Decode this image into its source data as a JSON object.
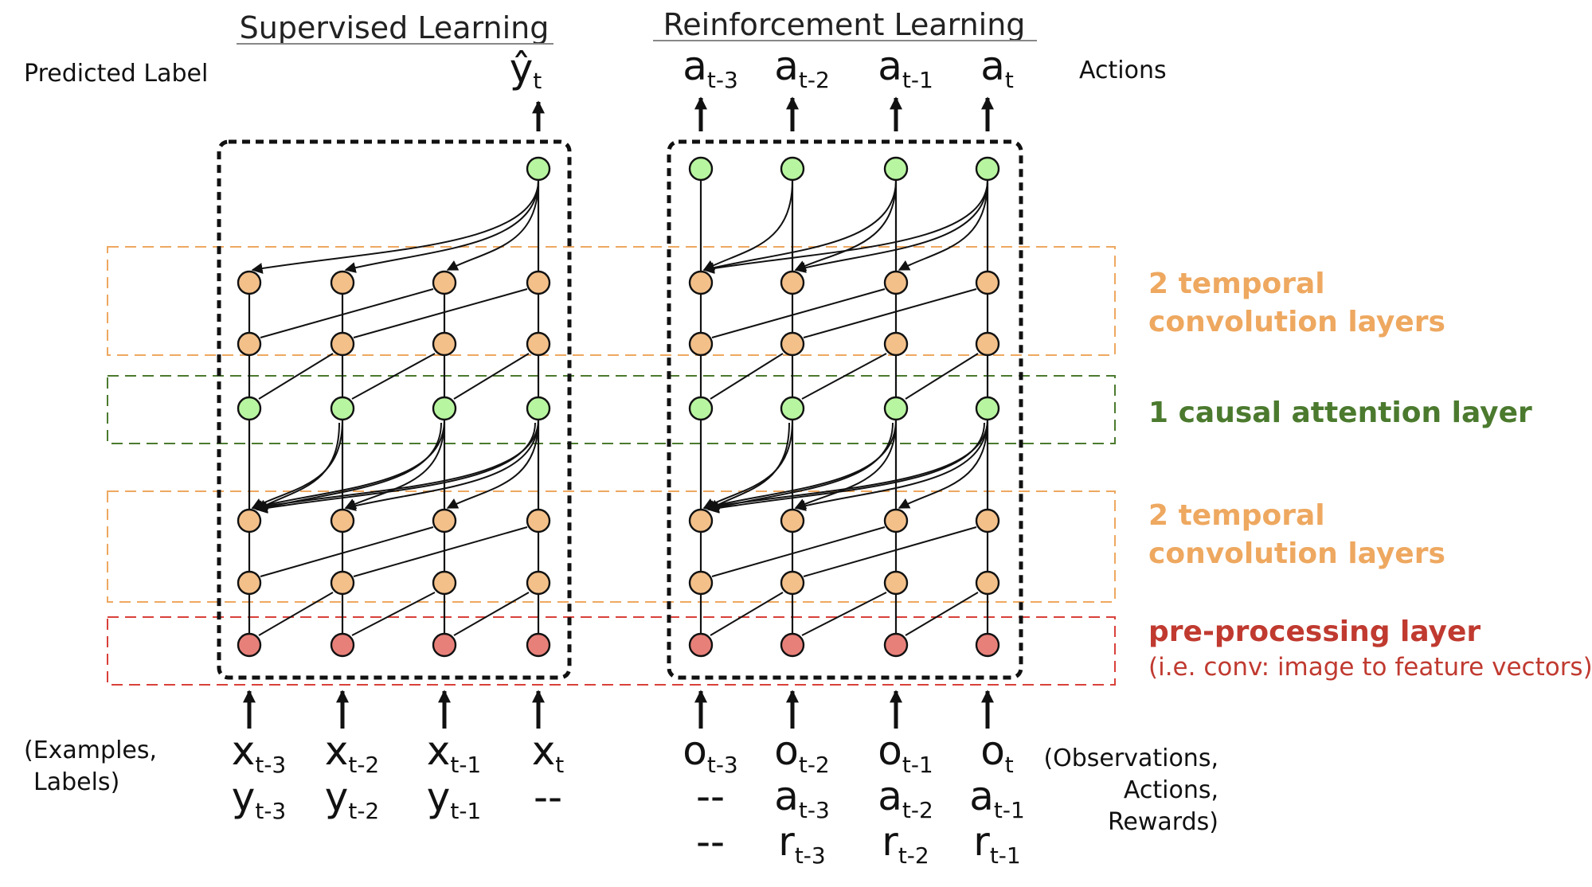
{
  "titles": {
    "supervised": "Supervised Learning",
    "reinforcement": "Reinforcement Learning"
  },
  "labels": {
    "predicted_label": "Predicted Label",
    "actions": "Actions",
    "examples_line1": "(Examples,",
    "examples_line2": "Labels)",
    "obs_line1": "(Observations,",
    "obs_line2": "Actions,",
    "obs_line3": "Rewards)"
  },
  "layers": {
    "temporal_top_1": "2 temporal",
    "temporal_top_2": "convolution layers",
    "attention": "1 causal attention layer",
    "temporal_bottom_1": "2 temporal",
    "temporal_bottom_2": "convolution layers",
    "preproc": "pre-processing layer",
    "preproc_note": "(i.e. conv: image to feature vectors)"
  },
  "supervised_output": {
    "base": "ŷ",
    "sub": "t"
  },
  "rl_outputs": [
    {
      "base": "a",
      "sub": "t-3"
    },
    {
      "base": "a",
      "sub": "t-2"
    },
    {
      "base": "a",
      "sub": "t-1"
    },
    {
      "base": "a",
      "sub": "t"
    }
  ],
  "supervised_inputs": [
    [
      {
        "base": "x",
        "sub": "t-3"
      },
      {
        "base": "y",
        "sub": "t-3"
      }
    ],
    [
      {
        "base": "x",
        "sub": "t-2"
      },
      {
        "base": "y",
        "sub": "t-2"
      }
    ],
    [
      {
        "base": "x",
        "sub": "t-1"
      },
      {
        "base": "y",
        "sub": "t-1"
      }
    ],
    [
      {
        "base": "x",
        "sub": "t"
      },
      {
        "base": "--",
        "sub": ""
      }
    ]
  ],
  "rl_inputs": [
    [
      {
        "base": "o",
        "sub": "t-3"
      },
      {
        "base": "--",
        "sub": ""
      },
      {
        "base": "--",
        "sub": ""
      }
    ],
    [
      {
        "base": "o",
        "sub": "t-2"
      },
      {
        "base": "a",
        "sub": "t-3"
      },
      {
        "base": "r",
        "sub": "t-3"
      }
    ],
    [
      {
        "base": "o",
        "sub": "t-1"
      },
      {
        "base": "a",
        "sub": "t-2"
      },
      {
        "base": "r",
        "sub": "t-2"
      }
    ],
    [
      {
        "base": "o",
        "sub": "t"
      },
      {
        "base": "a",
        "sub": "t-1"
      },
      {
        "base": "r",
        "sub": "t-1"
      }
    ]
  ],
  "colors": {
    "green_node": "#b8f5a0",
    "orange_node": "#f3c08a",
    "red_node": "#e8807a",
    "orange_box": "#eea860",
    "green_box": "#4b7a2e",
    "red_box": "#d9403a"
  }
}
